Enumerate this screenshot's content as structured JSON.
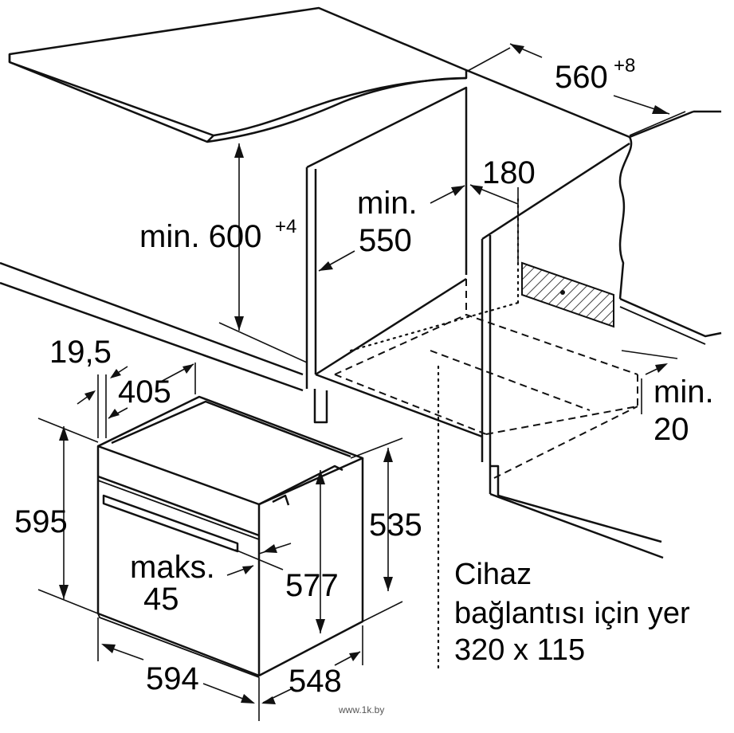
{
  "dimensions": {
    "niche_width_base": "560",
    "niche_width_tol": "+8",
    "niche_height_label": "min. 600",
    "niche_height_tol": "+4",
    "depth_min_line1": "min.",
    "depth_min_line2": "550",
    "vent_offset": "180",
    "vent_gap_line1": "min.",
    "vent_gap_line2": "20",
    "front_offset": "19,5",
    "top_depth": "405",
    "oven_height": "595",
    "cavity_height": "535",
    "panel_gap_line1": "maks.",
    "panel_gap_line2": "45",
    "inner_height": "577",
    "oven_width": "594",
    "oven_depth": "548"
  },
  "connection_note": {
    "line1": "Cihaz",
    "line2": "bağlantısı için yer",
    "line3": "320 x 115"
  },
  "watermark": "www.1k.by"
}
